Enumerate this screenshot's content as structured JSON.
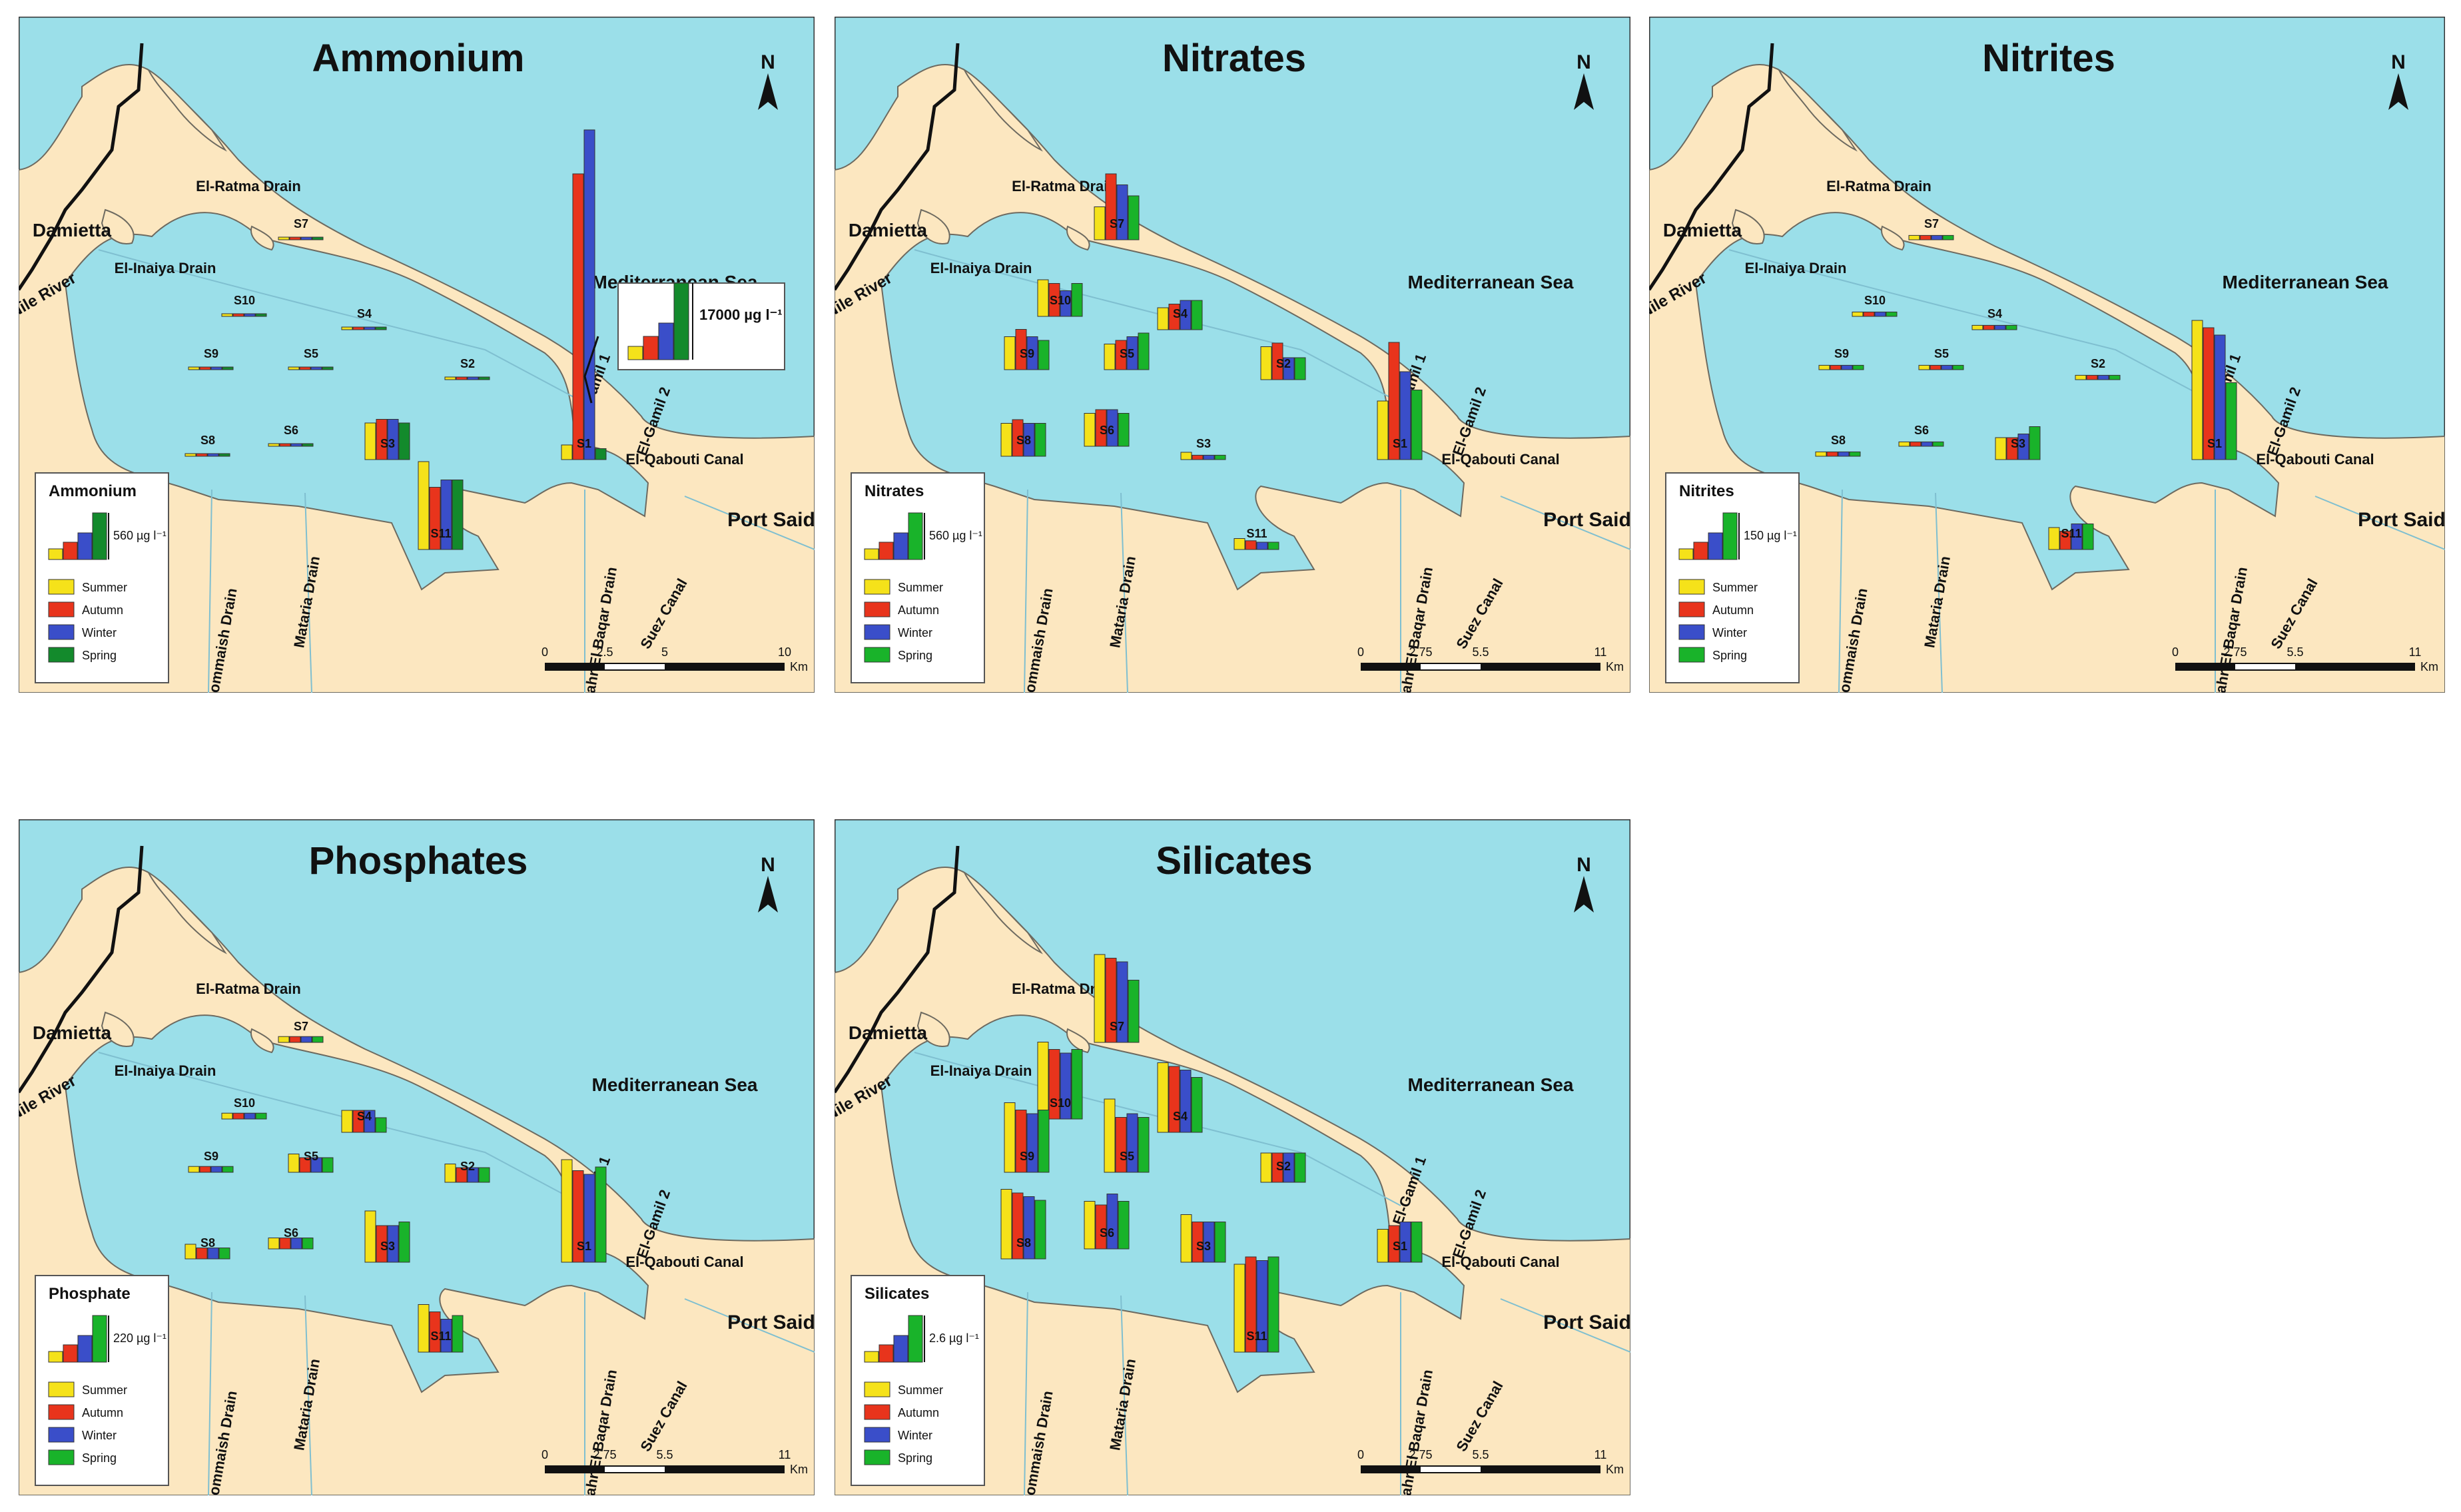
{
  "seasons": [
    "Summer",
    "Autumn",
    "Winter",
    "Spring"
  ],
  "scale_bar": {
    "unit": "Km"
  },
  "place_labels": {
    "damietta": "Damietta",
    "nile_river": "Nile River",
    "el_ratma_drain": "El-Ratma Drain",
    "el_inaiya_drain": "El-Inaiya Drain",
    "mediterranean_sea": "Mediterranean Sea",
    "el_gamil_1": "El-Gamil 1",
    "el_gamil_2": "El-Gamil 2",
    "el_qabouti_canal": "El-Qabouti Canal",
    "port_said": "Port Said",
    "el_gommaish_drain": "El-Gommaish Drain",
    "mataria_drain": "Mataria Drain",
    "bahr_el_baqar_drain": "Bahr El Baqar Drain",
    "suez_canal": "Suez Canal",
    "north": "N"
  },
  "panels": [
    {
      "title": "Ammonium",
      "legend_title": "Ammonium",
      "legend_value": "560 µg l⁻¹",
      "inset_value": "17000 µg l⁻¹",
      "season_colors": [
        "#f5e21a",
        "#e8341c",
        "#3a4ec9",
        "#138a2c"
      ],
      "scale_ticks": [
        "0",
        "2.5",
        "5",
        "10"
      ],
      "stations": [
        {
          "name": "S7",
          "values": [
            0.03,
            0.03,
            0.03,
            0.03
          ]
        },
        {
          "name": "S10",
          "values": [
            0.03,
            0.03,
            0.03,
            0.03
          ]
        },
        {
          "name": "S4",
          "values": [
            0.03,
            0.03,
            0.03,
            0.03
          ]
        },
        {
          "name": "S9",
          "values": [
            0.03,
            0.03,
            0.03,
            0.03
          ]
        },
        {
          "name": "S5",
          "values": [
            0.03,
            0.03,
            0.03,
            0.03
          ]
        },
        {
          "name": "S2",
          "values": [
            0.03,
            0.03,
            0.03,
            0.03
          ]
        },
        {
          "name": "S8",
          "values": [
            0.03,
            0.03,
            0.03,
            0.03
          ]
        },
        {
          "name": "S6",
          "values": [
            0.03,
            0.03,
            0.03,
            0.03
          ]
        },
        {
          "name": "S3",
          "values": [
            0.5,
            0.55,
            0.55,
            0.5
          ]
        },
        {
          "name": "S1",
          "values": [
            0.2,
            3.9,
            4.5,
            0.15
          ]
        },
        {
          "name": "S11",
          "values": [
            1.2,
            0.85,
            0.95,
            0.95
          ]
        }
      ]
    },
    {
      "title": "Nitrates",
      "legend_title": "Nitrates",
      "legend_value": "560 µg l⁻¹",
      "season_colors": [
        "#f5e21a",
        "#e8341c",
        "#3a4ec9",
        "#19b32a"
      ],
      "scale_ticks": [
        "0",
        "2.75",
        "5.5",
        "11"
      ],
      "stations": [
        {
          "name": "S7",
          "values": [
            0.45,
            0.9,
            0.75,
            0.6
          ]
        },
        {
          "name": "S10",
          "values": [
            0.5,
            0.45,
            0.35,
            0.45
          ]
        },
        {
          "name": "S4",
          "values": [
            0.3,
            0.35,
            0.4,
            0.4
          ]
        },
        {
          "name": "S9",
          "values": [
            0.45,
            0.55,
            0.45,
            0.4
          ]
        },
        {
          "name": "S5",
          "values": [
            0.35,
            0.4,
            0.45,
            0.5
          ]
        },
        {
          "name": "S2",
          "values": [
            0.45,
            0.5,
            0.3,
            0.3
          ]
        },
        {
          "name": "S8",
          "values": [
            0.45,
            0.5,
            0.45,
            0.45
          ]
        },
        {
          "name": "S6",
          "values": [
            0.45,
            0.5,
            0.5,
            0.45
          ]
        },
        {
          "name": "S3",
          "values": [
            0.1,
            0.06,
            0.06,
            0.06
          ]
        },
        {
          "name": "S1",
          "values": [
            0.8,
            1.6,
            1.2,
            0.95
          ]
        },
        {
          "name": "S11",
          "values": [
            0.15,
            0.12,
            0.1,
            0.1
          ]
        }
      ]
    },
    {
      "title": "Nitrites",
      "legend_title": "Nitrites",
      "legend_value": "150 µg l⁻¹",
      "season_colors": [
        "#f5e21a",
        "#e8341c",
        "#3a4ec9",
        "#19b32a"
      ],
      "scale_ticks": [
        "0",
        "2.75",
        "5.5",
        "11"
      ],
      "stations": [
        {
          "name": "S7",
          "values": [
            0.06,
            0.06,
            0.06,
            0.06
          ]
        },
        {
          "name": "S10",
          "values": [
            0.06,
            0.06,
            0.06,
            0.06
          ]
        },
        {
          "name": "S4",
          "values": [
            0.06,
            0.06,
            0.06,
            0.06
          ]
        },
        {
          "name": "S9",
          "values": [
            0.06,
            0.06,
            0.06,
            0.06
          ]
        },
        {
          "name": "S5",
          "values": [
            0.06,
            0.06,
            0.06,
            0.06
          ]
        },
        {
          "name": "S2",
          "values": [
            0.06,
            0.06,
            0.06,
            0.06
          ]
        },
        {
          "name": "S8",
          "values": [
            0.06,
            0.06,
            0.06,
            0.06
          ]
        },
        {
          "name": "S6",
          "values": [
            0.06,
            0.06,
            0.06,
            0.06
          ]
        },
        {
          "name": "S3",
          "values": [
            0.3,
            0.3,
            0.35,
            0.45
          ]
        },
        {
          "name": "S1",
          "values": [
            1.9,
            1.8,
            1.7,
            1.05
          ]
        },
        {
          "name": "S11",
          "values": [
            0.3,
            0.25,
            0.35,
            0.35
          ]
        }
      ]
    },
    {
      "title": "Phosphates",
      "legend_title": "Phosphate",
      "legend_value": "220 µg l⁻¹",
      "season_colors": [
        "#f5e21a",
        "#e8341c",
        "#3a4ec9",
        "#19b32a"
      ],
      "scale_ticks": [
        "0",
        "2.75",
        "5.5",
        "11"
      ],
      "stations": [
        {
          "name": "S7",
          "values": [
            0.08,
            0.08,
            0.08,
            0.08
          ]
        },
        {
          "name": "S10",
          "values": [
            0.08,
            0.08,
            0.08,
            0.08
          ]
        },
        {
          "name": "S4",
          "values": [
            0.3,
            0.3,
            0.3,
            0.2
          ]
        },
        {
          "name": "S9",
          "values": [
            0.08,
            0.08,
            0.08,
            0.08
          ]
        },
        {
          "name": "S5",
          "values": [
            0.25,
            0.2,
            0.2,
            0.2
          ]
        },
        {
          "name": "S2",
          "values": [
            0.25,
            0.2,
            0.2,
            0.2
          ]
        },
        {
          "name": "S8",
          "values": [
            0.2,
            0.15,
            0.15,
            0.15
          ]
        },
        {
          "name": "S6",
          "values": [
            0.15,
            0.15,
            0.15,
            0.15
          ]
        },
        {
          "name": "S3",
          "values": [
            0.7,
            0.5,
            0.5,
            0.55
          ]
        },
        {
          "name": "S1",
          "values": [
            1.4,
            1.25,
            1.2,
            1.3
          ]
        },
        {
          "name": "S11",
          "values": [
            0.65,
            0.55,
            0.45,
            0.5
          ]
        }
      ]
    },
    {
      "title": "Silicates",
      "legend_title": "Silicates",
      "legend_value": "2.6 µg l⁻¹",
      "season_colors": [
        "#f5e21a",
        "#e8341c",
        "#3a4ec9",
        "#19b32a"
      ],
      "scale_ticks": [
        "0",
        "2.75",
        "5.5",
        "11"
      ],
      "stations": [
        {
          "name": "S7",
          "values": [
            1.2,
            1.15,
            1.1,
            0.85
          ]
        },
        {
          "name": "S10",
          "values": [
            1.05,
            0.95,
            0.9,
            0.95
          ]
        },
        {
          "name": "S4",
          "values": [
            0.95,
            0.9,
            0.85,
            0.75
          ]
        },
        {
          "name": "S9",
          "values": [
            0.95,
            0.85,
            0.8,
            0.85
          ]
        },
        {
          "name": "S5",
          "values": [
            1.0,
            0.75,
            0.8,
            0.75
          ]
        },
        {
          "name": "S2",
          "values": [
            0.4,
            0.4,
            0.4,
            0.4
          ]
        },
        {
          "name": "S8",
          "values": [
            0.95,
            0.9,
            0.85,
            0.8
          ]
        },
        {
          "name": "S6",
          "values": [
            0.65,
            0.6,
            0.75,
            0.65
          ]
        },
        {
          "name": "S3",
          "values": [
            0.65,
            0.55,
            0.55,
            0.55
          ]
        },
        {
          "name": "S1",
          "values": [
            0.45,
            0.5,
            0.55,
            0.55
          ]
        },
        {
          "name": "S11",
          "values": [
            1.2,
            1.3,
            1.25,
            1.3
          ]
        }
      ]
    }
  ]
}
